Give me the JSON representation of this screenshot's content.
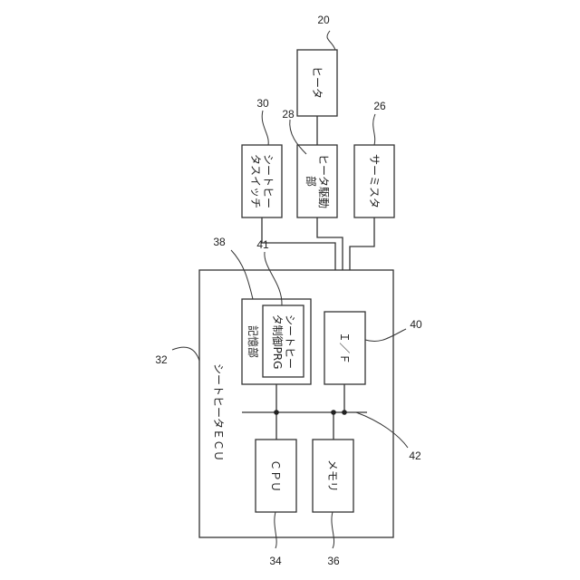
{
  "blocks": {
    "heater": "ヒータ",
    "seat_heater_switch": [
      "シートヒー",
      "タスイッチ"
    ],
    "heater_drive": [
      "ヒータ駆動",
      "部"
    ],
    "thermistor": "サーミスタ",
    "ecu": "シートヒータＥＣＵ",
    "storage": "記憶部",
    "control_prg": [
      "シートヒー",
      "タ制御PRG"
    ],
    "io": "Ｉ／Ｆ",
    "cpu": "ＣＰＵ",
    "memory": "メモリ"
  },
  "refs": {
    "heater": "20",
    "heater_drive": "28",
    "seat_heater_switch": "30",
    "thermistor": "26",
    "storage": "38",
    "control_prg": "41",
    "ecu": "32",
    "io": "40",
    "bus": "42",
    "cpu": "34",
    "memory": "36"
  }
}
